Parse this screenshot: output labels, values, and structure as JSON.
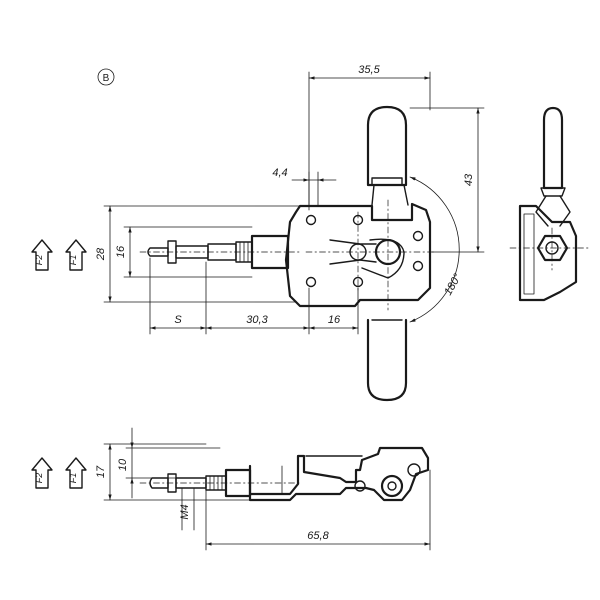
{
  "view_label": "B",
  "dimensions": {
    "top_width": "35,5",
    "pin_gap": "4,4",
    "handle_height": "43",
    "body_height": "28",
    "shaft_height": "16",
    "stroke": "S",
    "stroke_len": "30,3",
    "hole_spacing": "16",
    "rotation": "180°",
    "side_height_17": "17",
    "side_height_10": "10",
    "thread": "M4",
    "overall_length": "65,8"
  },
  "forces": {
    "f2": "F2",
    "f1": "F1"
  }
}
